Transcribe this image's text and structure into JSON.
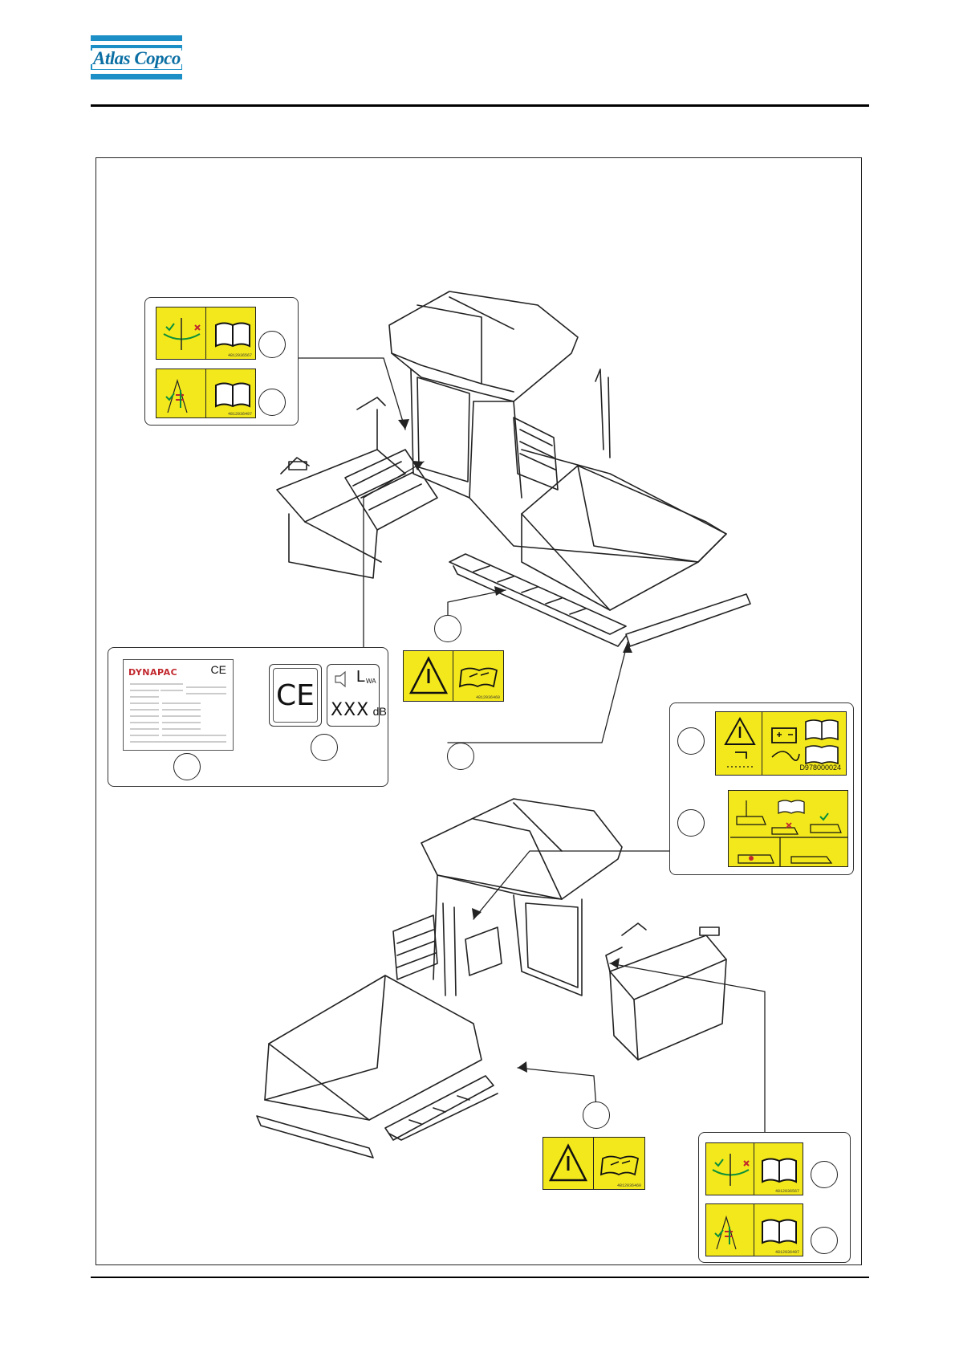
{
  "header": {
    "logo_text": "Atlas Copco",
    "brand_color": "#1b8fc6"
  },
  "nameplate": {
    "brand": "DYNAPAC",
    "ce_mark": "CE"
  },
  "ce_badge": {
    "mark": "CE"
  },
  "sound_badge": {
    "symbol": "L",
    "subscript": "WA",
    "value": "XXX",
    "unit": "dB"
  },
  "battery_decal": {
    "code": "D978000024"
  },
  "colors": {
    "decal_yellow": "#f3e81c",
    "warning_red": "#c1272d"
  }
}
